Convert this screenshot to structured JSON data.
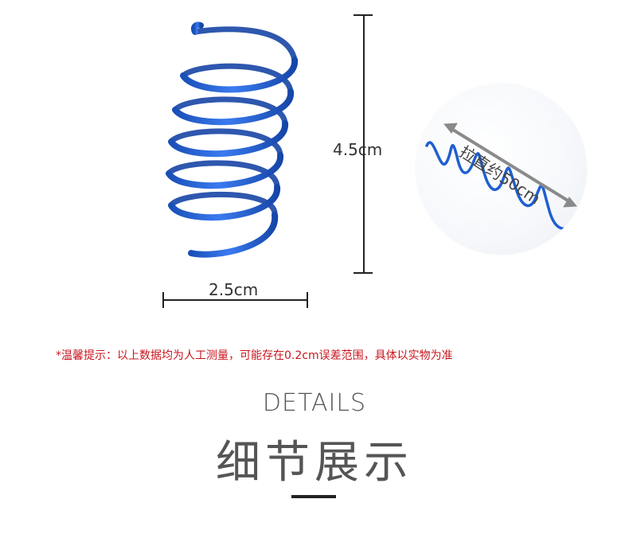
{
  "measurements": {
    "height_label": "4.5cm",
    "width_label": "2.5cm"
  },
  "stretched": {
    "label": "拉直约50cm"
  },
  "note": {
    "text": "*温馨提示：以上数据均为人工测量，可能存在0.2cm误差范围，具体以实物为准"
  },
  "section": {
    "title_en": "DETAILS",
    "title_zh": "细节展示"
  },
  "colors": {
    "spring_blue": "#1f5fd1",
    "note_red": "#c8161e",
    "heading_gray": "#555555"
  }
}
